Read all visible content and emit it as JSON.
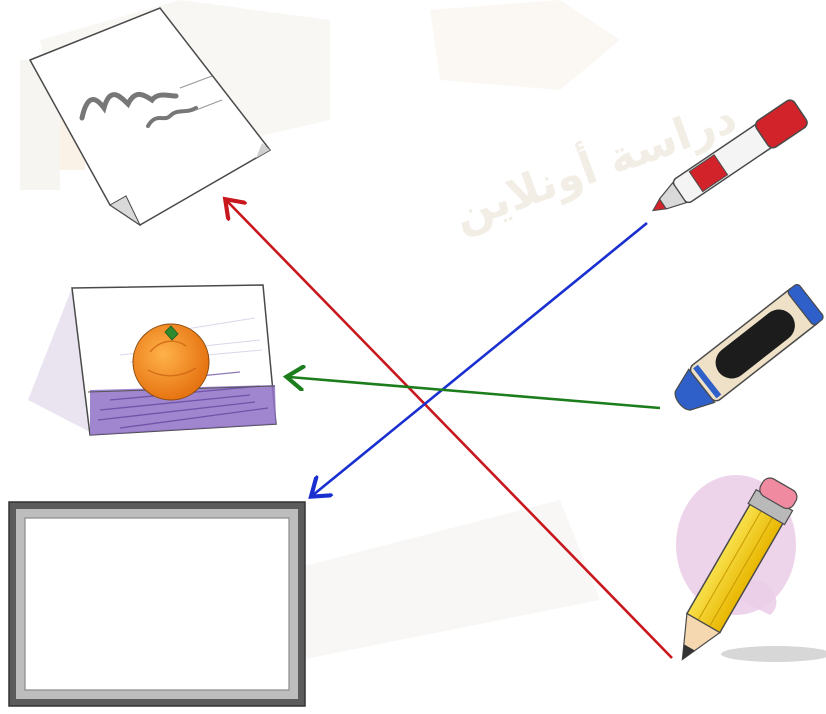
{
  "colors": {
    "red_arrow": "#c8181e",
    "blue_arrow": "#1a2fd0",
    "green_arrow": "#1b7d1b",
    "pencil_yellow": "#f6d21a",
    "marker_red": "#d3232a",
    "crayon_blue": "#2f5fc8",
    "orange": "#f08a22",
    "shadow_purple": "#7b5bb8",
    "frame_gray": "#6d6d6d",
    "watermark": "#f3efe6"
  },
  "items_left": [
    {
      "name": "paper-with-scribble",
      "icon": "paper-scribble-icon"
    },
    {
      "name": "orange-drawing-card",
      "icon": "orange-drawing-icon"
    },
    {
      "name": "empty-frame",
      "icon": "frame-icon"
    }
  ],
  "items_right": [
    {
      "name": "red-marker",
      "icon": "marker-icon"
    },
    {
      "name": "blue-crayon",
      "icon": "crayon-icon"
    },
    {
      "name": "yellow-pencil",
      "icon": "pencil-icon"
    }
  ],
  "matches": [
    {
      "from": "pencil",
      "to": "paper",
      "color": "red"
    },
    {
      "from": "crayon",
      "to": "orange-drawing",
      "color": "green"
    },
    {
      "from": "marker",
      "to": "frame",
      "color": "blue"
    }
  ],
  "watermark": {
    "text": "دراسة أونلاين"
  }
}
